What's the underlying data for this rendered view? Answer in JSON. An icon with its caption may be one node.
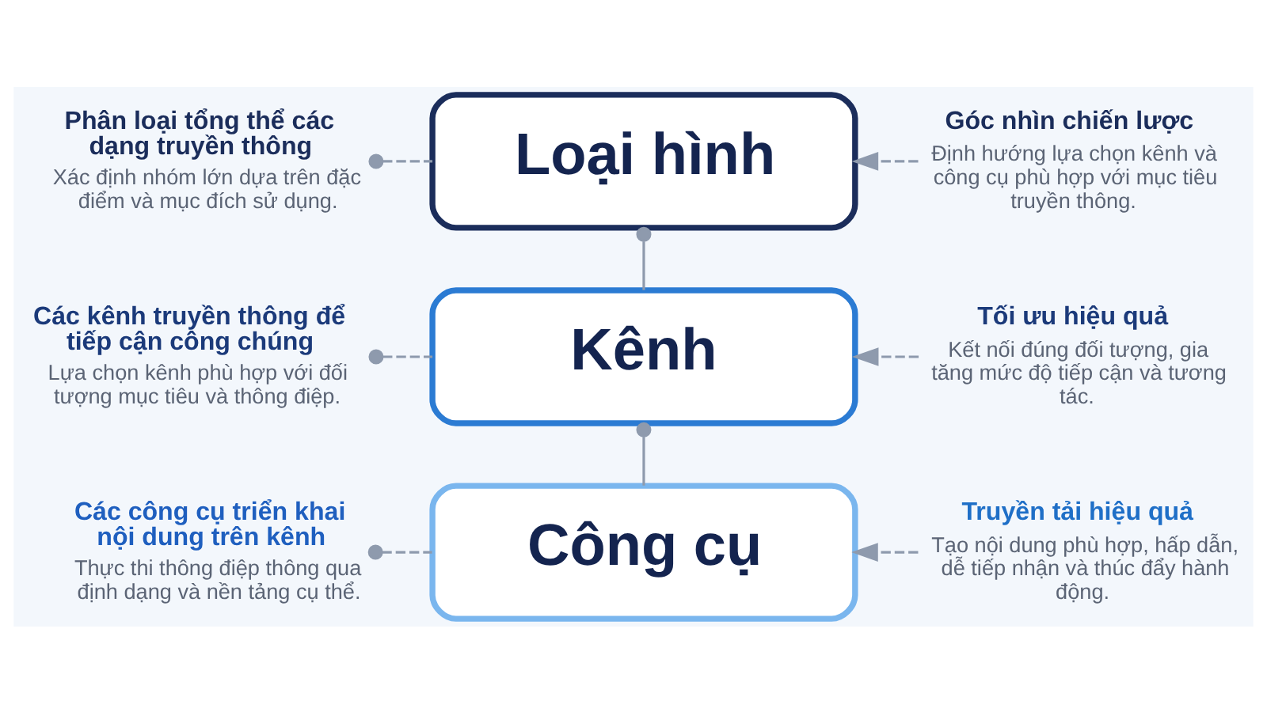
{
  "diagram": {
    "nodes": [
      {
        "text": [
          "Phân loại tổng thể các dạng truyền thông",
          "Xác định nhóm lớn dựa trên đặc điểm và mục đích sử dụng."
        ]
      },
      {
        "text": [
          "Loại hình"
        ]
      },
      {
        "text": [
          "Góc nhìn chiến lược",
          "Định hướng lựa chọn kênh và công cụ phù hợp với mục tiêu truyền thông."
        ]
      },
      {
        "text": [
          "Các kênh truyền thông để tiếp cận công chúng",
          "Lựa chọn kênh phù hợp với đối tượng mục tiêu và thông điệp."
        ]
      },
      {
        "text": [
          "Kênh"
        ]
      },
      {
        "text": [
          "Tối ưu hiệu quả",
          "Kết nối đúng đối tượng, gia tăng mức độ tiếp cận và tương tác."
        ]
      },
      {
        "text": [
          "Các công cụ triển khai nội dung trên kênh",
          "Thực thi thông điệp thông qua định dạng và nền tảng cụ thể."
        ]
      },
      {
        "text": [
          "Công cụ"
        ]
      },
      {
        "text": [
          "Truyền tải hiệu quả",
          "Tạo nội dung phù hợp, hấp dẫn, dễ tiếp nhận và thúc đẩy hành động."
        ]
      }
    ],
    "edges": [
      {
        "from": 0,
        "to": 1,
        "arrow": "other",
        "style": "dashed"
      },
      {
        "from": 2,
        "to": 1,
        "arrow": "to",
        "style": "dashed"
      },
      {
        "from": 1,
        "to": 4,
        "arrow": "other"
      },
      {
        "from": 3,
        "to": 4,
        "arrow": "other",
        "style": "dashed"
      },
      {
        "from": 5,
        "to": 4,
        "arrow": "to",
        "style": "dashed"
      },
      {
        "from": 4,
        "to": 7,
        "arrow": "other"
      },
      {
        "from": 6,
        "to": 7,
        "arrow": "other",
        "style": "dashed"
      },
      {
        "from": 8,
        "to": 7,
        "arrow": "to",
        "style": "dashed"
      }
    ]
  }
}
